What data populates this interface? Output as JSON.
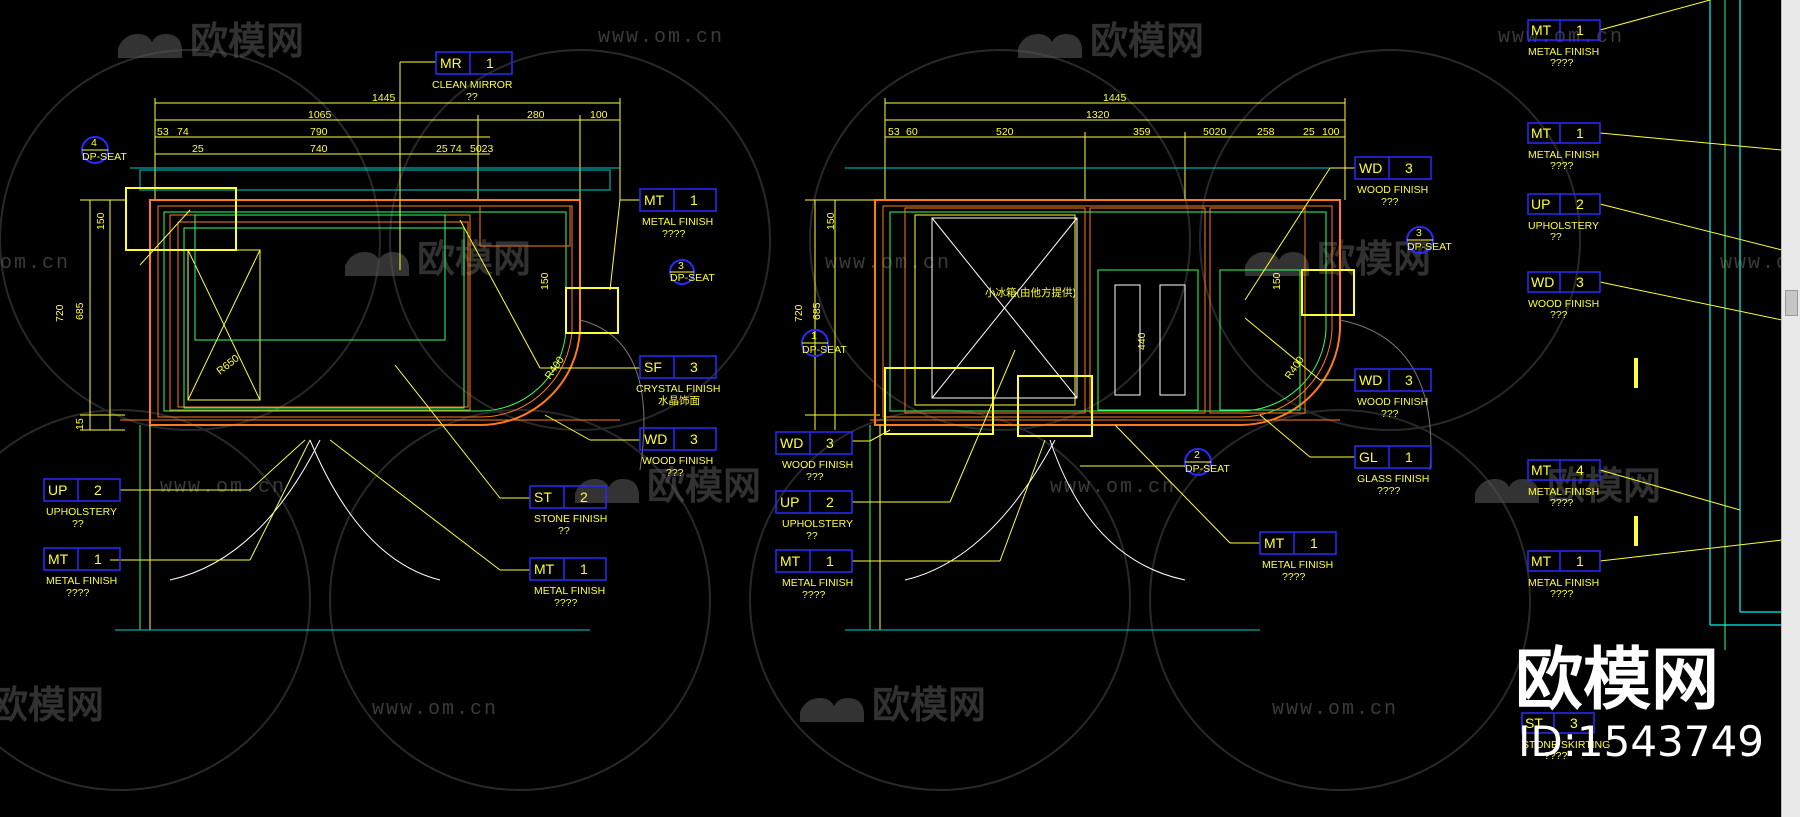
{
  "watermarks": {
    "logo": "欧模网",
    "url": "www.om.cn",
    "url_short": "om.cn"
  },
  "brand": {
    "logo": "欧模网",
    "id": "ID:1543749"
  },
  "left": {
    "dims": {
      "overall": "1445",
      "d1065": "1065",
      "d280": "280",
      "d100": "100",
      "d53": "53",
      "d74": "74",
      "d790": "790",
      "d25": "25",
      "d740": "740",
      "d25b": "25",
      "d74b": "74",
      "d5023": "5023",
      "v150": "150",
      "v720": "720",
      "v685": "685",
      "v15": "15",
      "v150b": "150",
      "r400": "R400",
      "r650": "R650"
    },
    "section": {
      "num": "4",
      "sheet": "DP-SEAT"
    },
    "detail": {
      "num": "3",
      "sheet": "DP-SEAT"
    },
    "tags": [
      {
        "code": "MR",
        "num": "1",
        "name": "CLEAN MIRROR",
        "sub": "??"
      },
      {
        "code": "MT",
        "num": "1",
        "name": "METAL FINISH",
        "sub": "????"
      },
      {
        "code": "SF",
        "num": "3",
        "name": "CRYSTAL FINISH",
        "sub": "水晶饰面"
      },
      {
        "code": "WD",
        "num": "3",
        "name": "WOOD FINISH",
        "sub": "???"
      },
      {
        "code": "ST",
        "num": "2",
        "name": "STONE FINISH",
        "sub": "??"
      },
      {
        "code": "MT",
        "num": "1",
        "name": "METAL FINISH",
        "sub": "????"
      },
      {
        "code": "UP",
        "num": "2",
        "name": "UPHOLSTERY",
        "sub": "??"
      },
      {
        "code": "MT",
        "num": "1",
        "name": "METAL FINISH",
        "sub": "????"
      }
    ]
  },
  "middle": {
    "dims": {
      "overall": "1445",
      "d1320": "1320",
      "d53": "53",
      "d60": "60",
      "d520": "520",
      "d359": "359",
      "d5020": "5020",
      "d258": "258",
      "d25": "25",
      "d100": "100",
      "v150": "150",
      "v720": "720",
      "v685": "685",
      "v440": "440",
      "v150b": "150",
      "r400": "R400"
    },
    "fridge": "小冰箱(由他方提供)",
    "callout1": {
      "num": "1",
      "sheet": "DP-SEAT"
    },
    "callout2": {
      "num": "2",
      "sheet": "DP-SEAT"
    },
    "callout3": {
      "num": "3",
      "sheet": "DP-SEAT"
    },
    "tags": [
      {
        "code": "WD",
        "num": "3",
        "name": "WOOD FINISH",
        "sub": "???"
      },
      {
        "code": "WD",
        "num": "3",
        "name": "WOOD FINISH",
        "sub": "???"
      },
      {
        "code": "GL",
        "num": "1",
        "name": "GLASS FINISH",
        "sub": "????"
      },
      {
        "code": "MT",
        "num": "1",
        "name": "METAL FINISH",
        "sub": "????"
      },
      {
        "code": "WD",
        "num": "3",
        "name": "WOOD FINISH",
        "sub": "???"
      },
      {
        "code": "UP",
        "num": "2",
        "name": "UPHOLSTERY",
        "sub": "??"
      },
      {
        "code": "MT",
        "num": "1",
        "name": "METAL FINISH",
        "sub": "????"
      }
    ]
  },
  "right": {
    "tags": [
      {
        "code": "MT",
        "num": "1",
        "name": "METAL FINISH",
        "sub": "????"
      },
      {
        "code": "MT",
        "num": "1",
        "name": "METAL FINISH",
        "sub": "????"
      },
      {
        "code": "UP",
        "num": "2",
        "name": "UPHOLSTERY",
        "sub": "??"
      },
      {
        "code": "WD",
        "num": "3",
        "name": "WOOD FINISH",
        "sub": "???"
      },
      {
        "code": "MT",
        "num": "4",
        "name": "METAL FINISH",
        "sub": "????"
      },
      {
        "code": "MT",
        "num": "1",
        "name": "METAL FINISH",
        "sub": "????"
      },
      {
        "code": "ST",
        "num": "3",
        "name": "STONE SKIRTING",
        "sub": "????"
      }
    ]
  },
  "colors": {
    "yellow": "#ffff33",
    "green": "#33ff66",
    "cyan": "#00cccc",
    "orange": "#ff7a1a",
    "blue": "#2a2aff",
    "white": "#ffffff"
  }
}
